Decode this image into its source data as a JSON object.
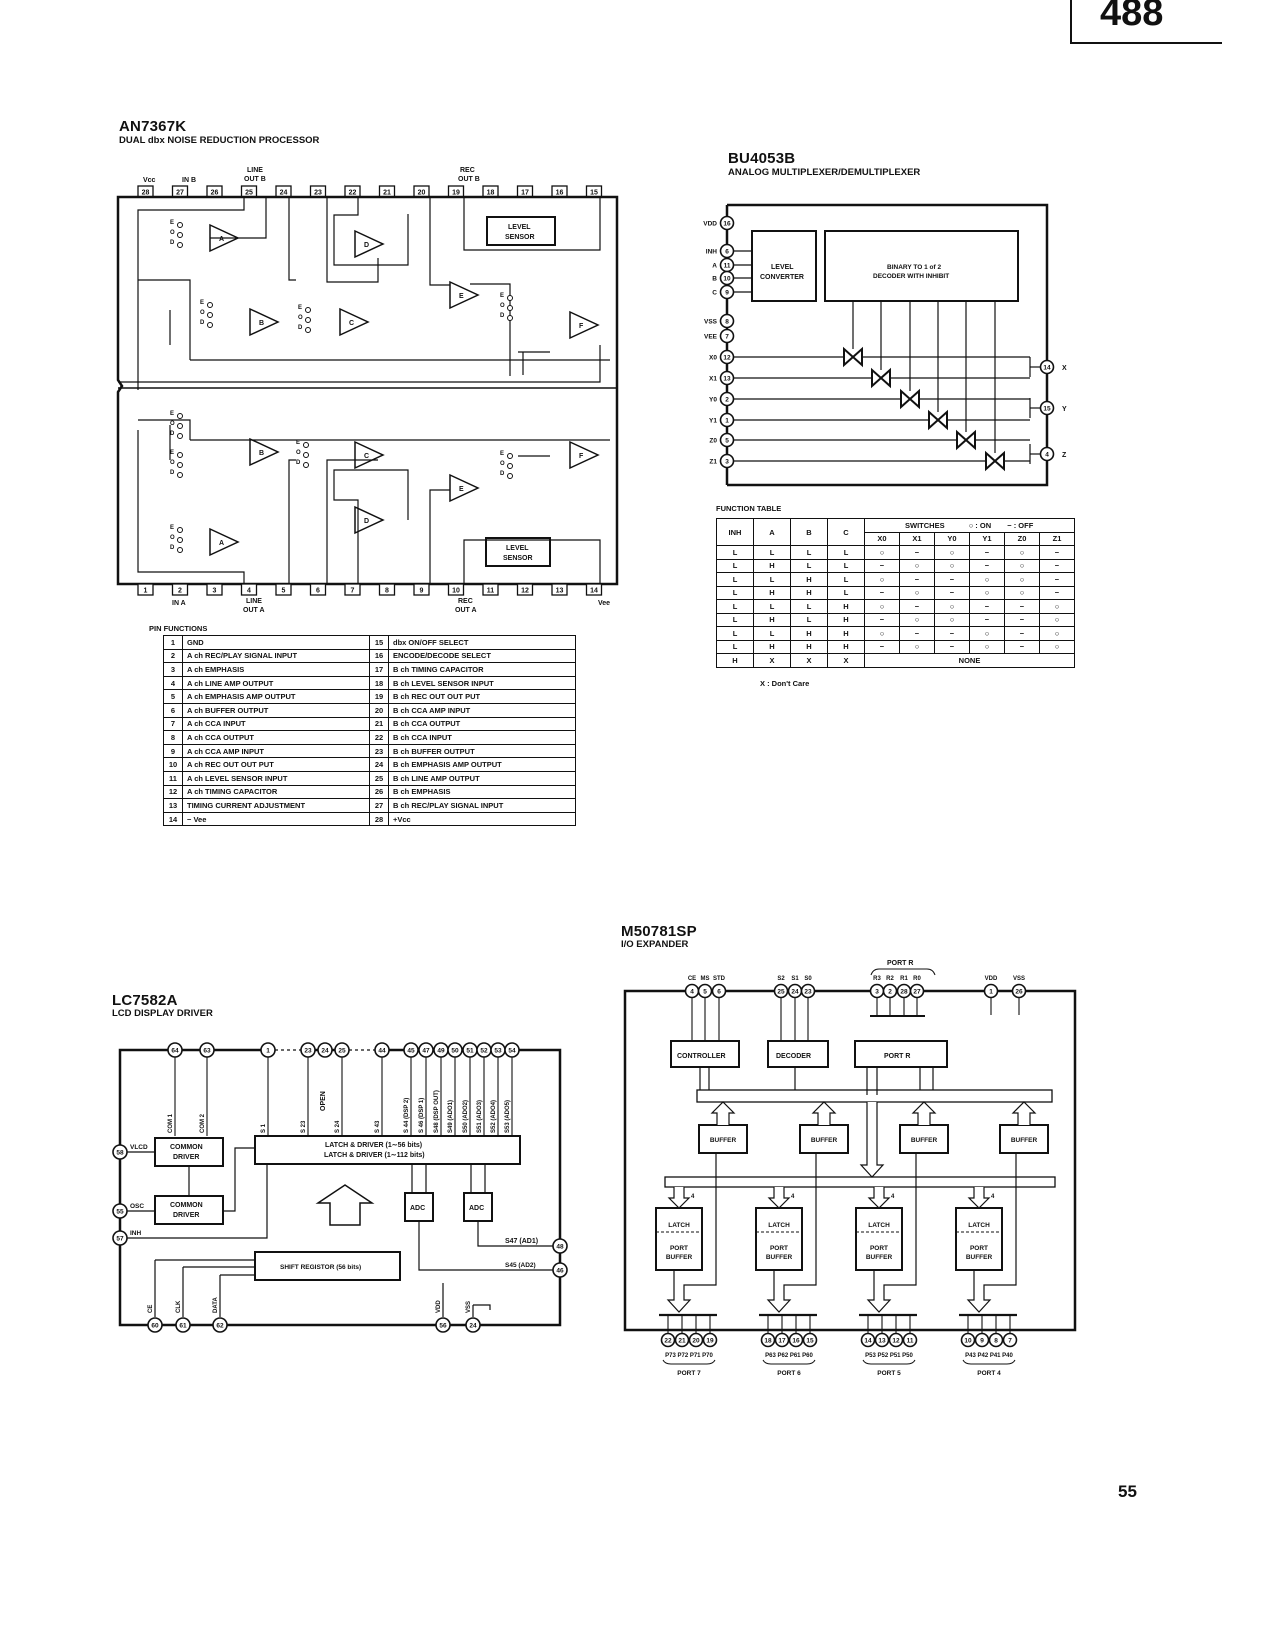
{
  "page": {
    "header_number": "488",
    "footer_number": "55"
  },
  "an7367k": {
    "title": "AN7367K",
    "subtitle": "DUAL dbx NOISE REDUCTION PROCESSOR",
    "top_pins": [
      "28",
      "27",
      "26",
      "25",
      "24",
      "23",
      "22",
      "21",
      "20",
      "19",
      "18",
      "17",
      "16",
      "15"
    ],
    "top_pin_labels": {
      "vcc": "Vcc",
      "in_b": "IN B",
      "line_out_b_1": "LINE",
      "line_out_b_2": "OUT B",
      "rec_out_b_1": "REC",
      "rec_out_b_2": "OUT B"
    },
    "bottom_pins": [
      "1",
      "2",
      "3",
      "4",
      "5",
      "6",
      "7",
      "8",
      "9",
      "10",
      "11",
      "12",
      "13",
      "14"
    ],
    "bottom_pin_labels": {
      "in_a": "IN A",
      "line_out_a_1": "LINE",
      "line_out_a_2": "OUT A",
      "rec_out_a_1": "REC",
      "rec_out_a_2": "OUT A",
      "vee": "Vee"
    },
    "blocks": {
      "level_sensor_1": "LEVEL",
      "level_sensor_2": "SENSOR"
    },
    "amps": [
      "A",
      "B",
      "C",
      "D",
      "E",
      "F"
    ],
    "switch_labels": {
      "e": "E",
      "o": "O",
      "d": "D"
    },
    "pin_functions_title": "PIN FUNCTIONS",
    "pin_functions": [
      {
        "n": "1",
        "f": "GND",
        "n2": "15",
        "f2": "dbx ON/OFF SELECT"
      },
      {
        "n": "2",
        "f": "A ch  REC/PLAY SIGNAL INPUT",
        "n2": "16",
        "f2": "ENCODE/DECODE SELECT"
      },
      {
        "n": "3",
        "f": "A ch  EMPHASIS",
        "n2": "17",
        "f2": "B ch  TIMING CAPACITOR"
      },
      {
        "n": "4",
        "f": "A ch  LINE AMP OUTPUT",
        "n2": "18",
        "f2": "B ch  LEVEL SENSOR INPUT"
      },
      {
        "n": "5",
        "f": "A ch  EMPHASIS AMP OUTPUT",
        "n2": "19",
        "f2": "B ch  REC OUT OUT  PUT"
      },
      {
        "n": "6",
        "f": "A ch  BUFFER OUTPUT",
        "n2": "20",
        "f2": "B ch  CCA AMP INPUT"
      },
      {
        "n": "7",
        "f": "A ch  CCA INPUT",
        "n2": "21",
        "f2": "B ch  CCA OUTPUT"
      },
      {
        "n": "8",
        "f": "A ch  CCA OUTPUT",
        "n2": "22",
        "f2": "B ch  CCA INPUT"
      },
      {
        "n": "9",
        "f": "A ch  CCA AMP INPUT",
        "n2": "23",
        "f2": "B ch  BUFFER OUTPUT"
      },
      {
        "n": "10",
        "f": "A ch  REC OUT OUT  PUT",
        "n2": "24",
        "f2": "B ch  EMPHASIS AMP OUTPUT"
      },
      {
        "n": "11",
        "f": "A ch  LEVEL SENSOR INPUT",
        "n2": "25",
        "f2": "B ch  LINE AMP OUTPUT"
      },
      {
        "n": "12",
        "f": "A ch  TIMING CAPACITOR",
        "n2": "26",
        "f2": "B ch  EMPHASIS"
      },
      {
        "n": "13",
        "f": "TIMING CURRENT ADJUSTMENT",
        "n2": "27",
        "f2": "B ch  REC/PLAY SIGNAL INPUT"
      },
      {
        "n": "14",
        "f": "− Vee",
        "n2": "28",
        "f2": "+Vcc"
      }
    ]
  },
  "bu4053b": {
    "title": "BU4053B",
    "subtitle": "ANALOG MULTIPLEXER/DEMULTIPLEXER",
    "left_pins": [
      {
        "label": "VDD",
        "pin": "16"
      },
      {
        "label": "INH",
        "pin": "6"
      },
      {
        "label": "A",
        "pin": "11"
      },
      {
        "label": "B",
        "pin": "10"
      },
      {
        "label": "C",
        "pin": "9"
      },
      {
        "label": "VSS",
        "pin": "8"
      },
      {
        "label": "VEE",
        "pin": "7"
      },
      {
        "label": "X0",
        "pin": "12"
      },
      {
        "label": "X1",
        "pin": "13"
      },
      {
        "label": "Y0",
        "pin": "2"
      },
      {
        "label": "Y1",
        "pin": "1"
      },
      {
        "label": "Z0",
        "pin": "5"
      },
      {
        "label": "Z1",
        "pin": "3"
      }
    ],
    "right_pins": [
      {
        "label": "X",
        "pin": "14"
      },
      {
        "label": "Y",
        "pin": "15"
      },
      {
        "label": "Z",
        "pin": "4"
      }
    ],
    "blocks": {
      "level_1": "LEVEL",
      "level_2": "CONVERTER",
      "decoder_1": "BINARY TO 1 of 2",
      "decoder_2": "DECODER WITH INHIBIT"
    },
    "function_table": {
      "title": "FUNCTION TABLE",
      "headers": [
        "INH",
        "A",
        "B",
        "C"
      ],
      "switches_label": "SWITCHES",
      "legend_on": "○ : ON",
      "legend_off": "− : OFF",
      "switch_headers": [
        "X0",
        "X1",
        "Y0",
        "Y1",
        "Z0",
        "Z1"
      ],
      "rows": [
        [
          "L",
          "L",
          "L",
          "L",
          "○",
          "−",
          "○",
          "−",
          "○",
          "−"
        ],
        [
          "L",
          "H",
          "L",
          "L",
          "−",
          "○",
          "○",
          "−",
          "○",
          "−"
        ],
        [
          "L",
          "L",
          "H",
          "L",
          "○",
          "−",
          "−",
          "○",
          "○",
          "−"
        ],
        [
          "L",
          "H",
          "H",
          "L",
          "−",
          "○",
          "−",
          "○",
          "○",
          "−"
        ],
        [
          "L",
          "L",
          "L",
          "H",
          "○",
          "−",
          "○",
          "−",
          "−",
          "○"
        ],
        [
          "L",
          "H",
          "L",
          "H",
          "−",
          "○",
          "○",
          "−",
          "−",
          "○"
        ],
        [
          "L",
          "L",
          "H",
          "H",
          "○",
          "−",
          "−",
          "○",
          "−",
          "○"
        ],
        [
          "L",
          "H",
          "H",
          "H",
          "−",
          "○",
          "−",
          "○",
          "−",
          "○"
        ]
      ],
      "last_row": [
        "H",
        "X",
        "X",
        "X",
        "NONE"
      ],
      "note": "X : Don't Care"
    }
  },
  "lc7582a": {
    "title": "LC7582A",
    "subtitle": "LCD DISPLAY DRIVER",
    "top_pins": [
      "64",
      "63",
      "1",
      "23",
      "24",
      "25",
      "44",
      "45",
      "47",
      "49",
      "50",
      "51",
      "52",
      "53",
      "54"
    ],
    "segment_labels": [
      "COM 1",
      "COM 2",
      "S 1",
      "S 23",
      "S 24",
      "S 43",
      "S 44  (DSP 2)",
      "S 46  (DSP 1)",
      "S48  (DSP OUT)",
      "S49  (ADO1)",
      "S50  (ADO2)",
      "S51  (ADO3)",
      "S52  (ADO4)",
      "S53  (ADO5)"
    ],
    "open_label": "OPEN",
    "latch_1": "LATCH & DRIVER  (1∼56 bits)",
    "latch_2": "LATCH & DRIVER  (1∼112 bits)",
    "common_driver_1": "COMMON",
    "common_driver_2": "DRIVER",
    "adc": "ADC",
    "shift_register": "SHIFT REGISTOR  (56 bits)",
    "left_pins": [
      {
        "pin": "58",
        "label": "VLCD"
      },
      {
        "pin": "55",
        "label": "OSC"
      },
      {
        "pin": "57",
        "label": "INH"
      }
    ],
    "right_pins": [
      {
        "pin": "48",
        "label": "S47  (AD1)"
      },
      {
        "pin": "46",
        "label": "S45  (AD2)"
      }
    ],
    "bottom_pins": [
      {
        "pin": "60",
        "label": "CE"
      },
      {
        "pin": "61",
        "label": "CLK"
      },
      {
        "pin": "62",
        "label": "DATA"
      },
      {
        "pin": "56",
        "label": "VDD"
      },
      {
        "pin": "24",
        "label": "VSS"
      }
    ]
  },
  "m50781sp": {
    "title": "M50781SP",
    "subtitle": "I/O EXPANDER",
    "top_pins": [
      {
        "pin": "4",
        "label": "CE"
      },
      {
        "pin": "5",
        "label": "MS"
      },
      {
        "pin": "6",
        "label": "STD"
      },
      {
        "pin": "25",
        "label": "S2"
      },
      {
        "pin": "24",
        "label": "S1"
      },
      {
        "pin": "23",
        "label": "S0"
      },
      {
        "pin": "3",
        "label": "R3"
      },
      {
        "pin": "2",
        "label": "R2"
      },
      {
        "pin": "28",
        "label": "R1"
      },
      {
        "pin": "27",
        "label": "R0"
      },
      {
        "pin": "1",
        "label": "VDD"
      },
      {
        "pin": "26",
        "label": "VSS"
      }
    ],
    "port_r_label": "PORT R",
    "blocks": {
      "controller": "CONTROLLER",
      "decoder": "DECODER",
      "port_r": "PORT R",
      "buffer": "BUFFER",
      "latch": "LATCH",
      "port_buffer_1": "PORT",
      "port_buffer_2": "BUFFER"
    },
    "bus_width": "4",
    "ports": [
      {
        "name": "PORT 7",
        "pins": [
          "22",
          "21",
          "20",
          "19"
        ],
        "labels": "P73 P72 P71 P70"
      },
      {
        "name": "PORT 6",
        "pins": [
          "18",
          "17",
          "16",
          "15"
        ],
        "labels": "P63 P62 P61 P60"
      },
      {
        "name": "PORT 5",
        "pins": [
          "14",
          "13",
          "12",
          "11"
        ],
        "labels": "P53 P52 P51 P50"
      },
      {
        "name": "PORT 4",
        "pins": [
          "10",
          "9",
          "8",
          "7"
        ],
        "labels": "P43 P42 P41 P40"
      }
    ]
  }
}
